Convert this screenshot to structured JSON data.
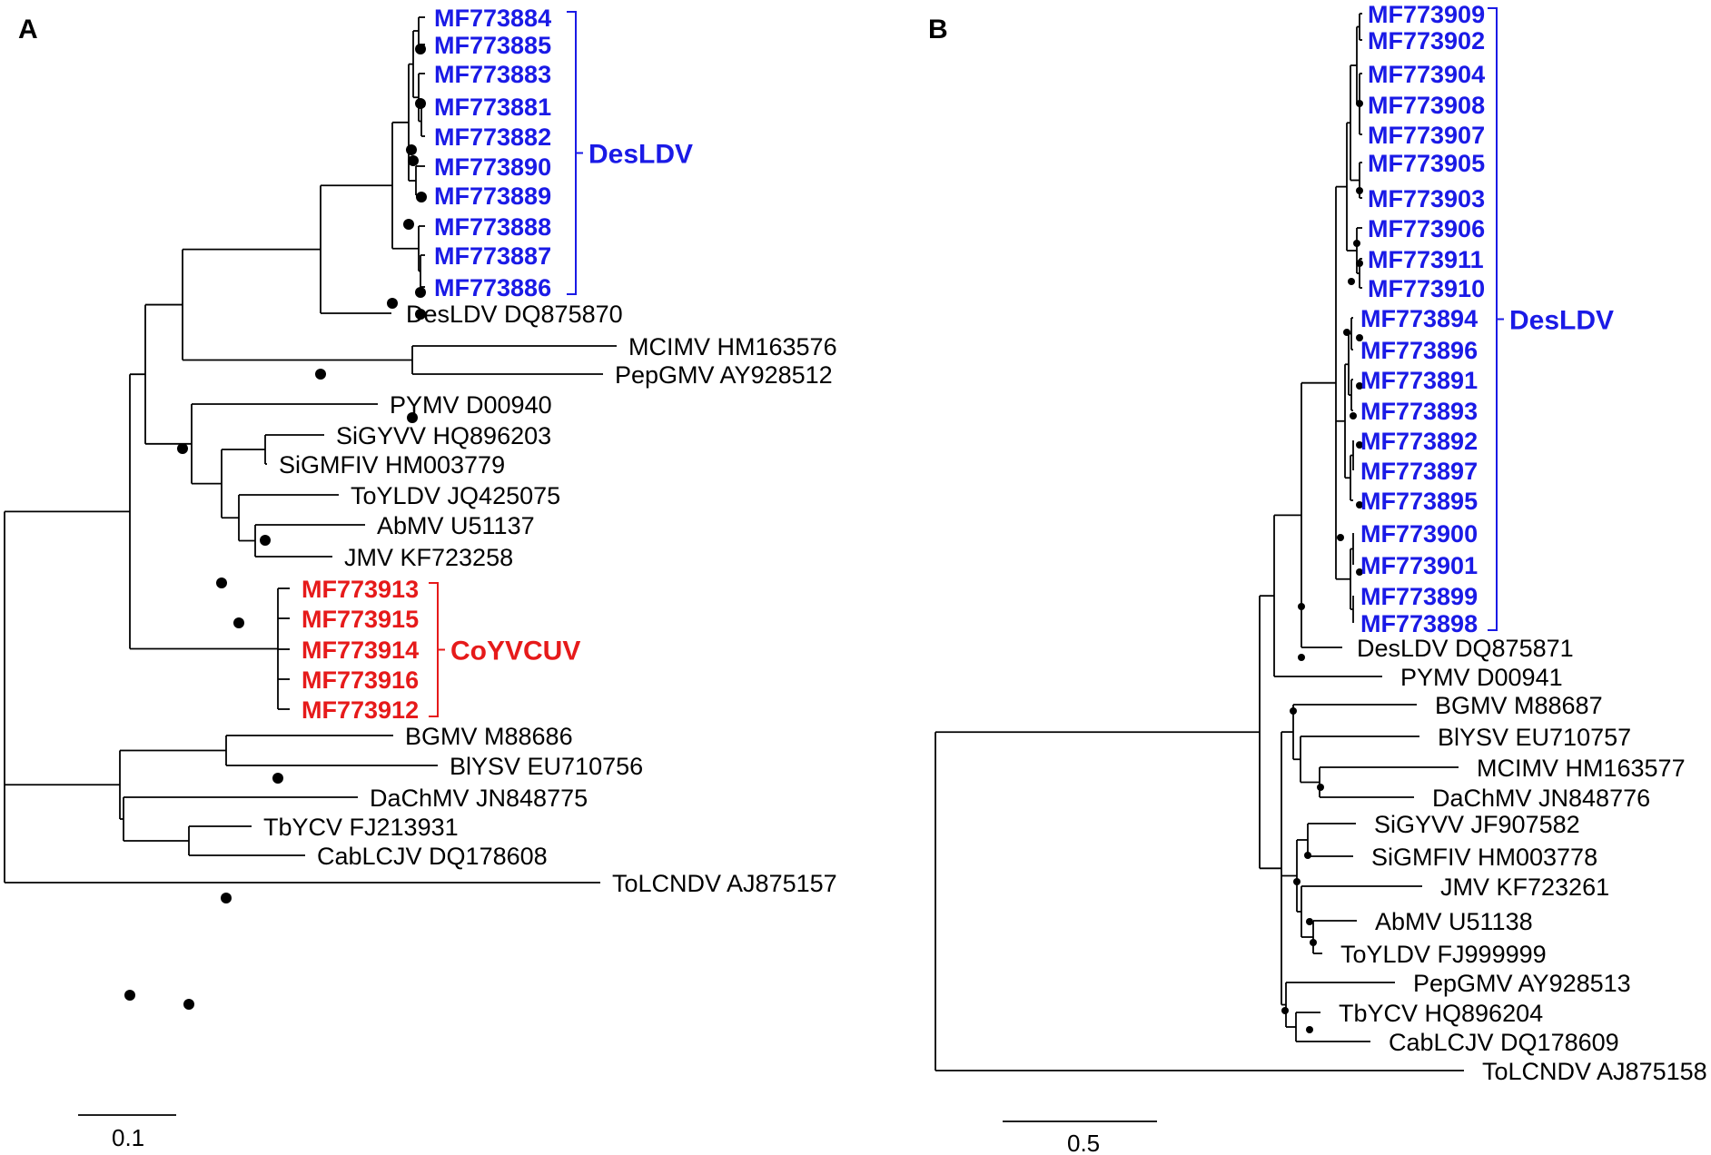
{
  "colors": {
    "desldv": "#1a1ae6",
    "coyvcuv": "#e61a1a",
    "default": "#000000"
  },
  "panels": [
    {
      "id": "A",
      "label": "A",
      "scale_label": "0.1",
      "clades": [
        {
          "label": "DesLDV",
          "color": "#1a1ae6"
        },
        {
          "label": "CoYVCUV",
          "color": "#e61a1a"
        }
      ],
      "leaves": [
        {
          "name": "MF773884",
          "accession": "",
          "color": "#1a1ae6",
          "bold": true
        },
        {
          "name": "MF773885",
          "accession": "",
          "color": "#1a1ae6",
          "bold": true
        },
        {
          "name": "MF773883",
          "accession": "",
          "color": "#1a1ae6",
          "bold": true
        },
        {
          "name": "MF773881",
          "accession": "",
          "color": "#1a1ae6",
          "bold": true
        },
        {
          "name": "MF773882",
          "accession": "",
          "color": "#1a1ae6",
          "bold": true
        },
        {
          "name": "MF773890",
          "accession": "",
          "color": "#1a1ae6",
          "bold": true
        },
        {
          "name": "MF773889",
          "accession": "",
          "color": "#1a1ae6",
          "bold": true
        },
        {
          "name": "MF773888",
          "accession": "",
          "color": "#1a1ae6",
          "bold": true
        },
        {
          "name": "MF773887",
          "accession": "",
          "color": "#1a1ae6",
          "bold": true
        },
        {
          "name": "MF773886",
          "accession": "",
          "color": "#1a1ae6",
          "bold": true
        },
        {
          "name": "DesLDV",
          "accession": "DQ875870",
          "color": "#000000",
          "bold": false
        },
        {
          "name": "MCIMV",
          "accession": "HM163576",
          "color": "#000000",
          "bold": false
        },
        {
          "name": "PepGMV",
          "accession": "AY928512",
          "color": "#000000",
          "bold": false
        },
        {
          "name": "PYMV",
          "accession": "D00940",
          "color": "#000000",
          "bold": false
        },
        {
          "name": "SiGYVV",
          "accession": "HQ896203",
          "color": "#000000",
          "bold": false
        },
        {
          "name": "SiGMFIV",
          "accession": "HM003779",
          "color": "#000000",
          "bold": false
        },
        {
          "name": "ToYLDV",
          "accession": "JQ425075",
          "color": "#000000",
          "bold": false
        },
        {
          "name": "AbMV",
          "accession": "U51137",
          "color": "#000000",
          "bold": false
        },
        {
          "name": "JMV",
          "accession": "KF723258",
          "color": "#000000",
          "bold": false
        },
        {
          "name": "MF773913",
          "accession": "",
          "color": "#e61a1a",
          "bold": true
        },
        {
          "name": "MF773915",
          "accession": "",
          "color": "#e61a1a",
          "bold": true
        },
        {
          "name": "MF773914",
          "accession": "",
          "color": "#e61a1a",
          "bold": true
        },
        {
          "name": "MF773916",
          "accession": "",
          "color": "#e61a1a",
          "bold": true
        },
        {
          "name": "MF773912",
          "accession": "",
          "color": "#e61a1a",
          "bold": true
        },
        {
          "name": "BGMV",
          "accession": "M88686",
          "color": "#000000",
          "bold": false
        },
        {
          "name": "BlYSV",
          "accession": "EU710756",
          "color": "#000000",
          "bold": false
        },
        {
          "name": "DaChMV",
          "accession": "JN848775",
          "color": "#000000",
          "bold": false
        },
        {
          "name": "TbYCV",
          "accession": "FJ213931",
          "color": "#000000",
          "bold": false
        },
        {
          "name": "CabLCJV",
          "accession": "DQ178608",
          "color": "#000000",
          "bold": false
        },
        {
          "name": "ToLCNDV",
          "accession": "AJ875157",
          "color": "#000000",
          "bold": false
        }
      ]
    },
    {
      "id": "B",
      "label": "B",
      "scale_label": "0.5",
      "clades": [
        {
          "label": "DesLDV",
          "color": "#1a1ae6"
        }
      ],
      "leaves": [
        {
          "name": "MF773909",
          "accession": "",
          "color": "#1a1ae6",
          "bold": true
        },
        {
          "name": "MF773902",
          "accession": "",
          "color": "#1a1ae6",
          "bold": true
        },
        {
          "name": "MF773904",
          "accession": "",
          "color": "#1a1ae6",
          "bold": true
        },
        {
          "name": "MF773908",
          "accession": "",
          "color": "#1a1ae6",
          "bold": true
        },
        {
          "name": "MF773907",
          "accession": "",
          "color": "#1a1ae6",
          "bold": true
        },
        {
          "name": "MF773905",
          "accession": "",
          "color": "#1a1ae6",
          "bold": true
        },
        {
          "name": "MF773903",
          "accession": "",
          "color": "#1a1ae6",
          "bold": true
        },
        {
          "name": "MF773906",
          "accession": "",
          "color": "#1a1ae6",
          "bold": true
        },
        {
          "name": "MF773911",
          "accession": "",
          "color": "#1a1ae6",
          "bold": true
        },
        {
          "name": "MF773910",
          "accession": "",
          "color": "#1a1ae6",
          "bold": true
        },
        {
          "name": "MF773894",
          "accession": "",
          "color": "#1a1ae6",
          "bold": true
        },
        {
          "name": "MF773896",
          "accession": "",
          "color": "#1a1ae6",
          "bold": true
        },
        {
          "name": "MF773891",
          "accession": "",
          "color": "#1a1ae6",
          "bold": true
        },
        {
          "name": "MF773893",
          "accession": "",
          "color": "#1a1ae6",
          "bold": true
        },
        {
          "name": "MF773892",
          "accession": "",
          "color": "#1a1ae6",
          "bold": true
        },
        {
          "name": "MF773897",
          "accession": "",
          "color": "#1a1ae6",
          "bold": true
        },
        {
          "name": "MF773895",
          "accession": "",
          "color": "#1a1ae6",
          "bold": true
        },
        {
          "name": "MF773900",
          "accession": "",
          "color": "#1a1ae6",
          "bold": true
        },
        {
          "name": "MF773901",
          "accession": "",
          "color": "#1a1ae6",
          "bold": true
        },
        {
          "name": "MF773899",
          "accession": "",
          "color": "#1a1ae6",
          "bold": true
        },
        {
          "name": "MF773898",
          "accession": "",
          "color": "#1a1ae6",
          "bold": true
        },
        {
          "name": "DesLDV",
          "accession": "DQ875871",
          "color": "#000000",
          "bold": false
        },
        {
          "name": "PYMV",
          "accession": "D00941",
          "color": "#000000",
          "bold": false
        },
        {
          "name": "BGMV",
          "accession": "M88687",
          "color": "#000000",
          "bold": false
        },
        {
          "name": "BlYSV",
          "accession": "EU710757",
          "color": "#000000",
          "bold": false
        },
        {
          "name": "MCIMV",
          "accession": "HM163577",
          "color": "#000000",
          "bold": false
        },
        {
          "name": "DaChMV",
          "accession": "JN848776",
          "color": "#000000",
          "bold": false
        },
        {
          "name": "SiGYVV",
          "accession": "JF907582",
          "color": "#000000",
          "bold": false
        },
        {
          "name": "SiGMFIV",
          "accession": "HM003778",
          "color": "#000000",
          "bold": false
        },
        {
          "name": "JMV",
          "accession": "KF723261",
          "color": "#000000",
          "bold": false
        },
        {
          "name": "AbMV",
          "accession": "U51138",
          "color": "#000000",
          "bold": false
        },
        {
          "name": "ToYLDV",
          "accession": "FJ999999",
          "color": "#000000",
          "bold": false
        },
        {
          "name": "PepGMV",
          "accession": "AY928513",
          "color": "#000000",
          "bold": false
        },
        {
          "name": "TbYCV",
          "accession": "HQ896204",
          "color": "#000000",
          "bold": false
        },
        {
          "name": "CabLCJV",
          "accession": "DQ178609",
          "color": "#000000",
          "bold": false
        },
        {
          "name": "ToLCNDV",
          "accession": "AJ875158",
          "color": "#000000",
          "bold": false
        }
      ]
    }
  ]
}
